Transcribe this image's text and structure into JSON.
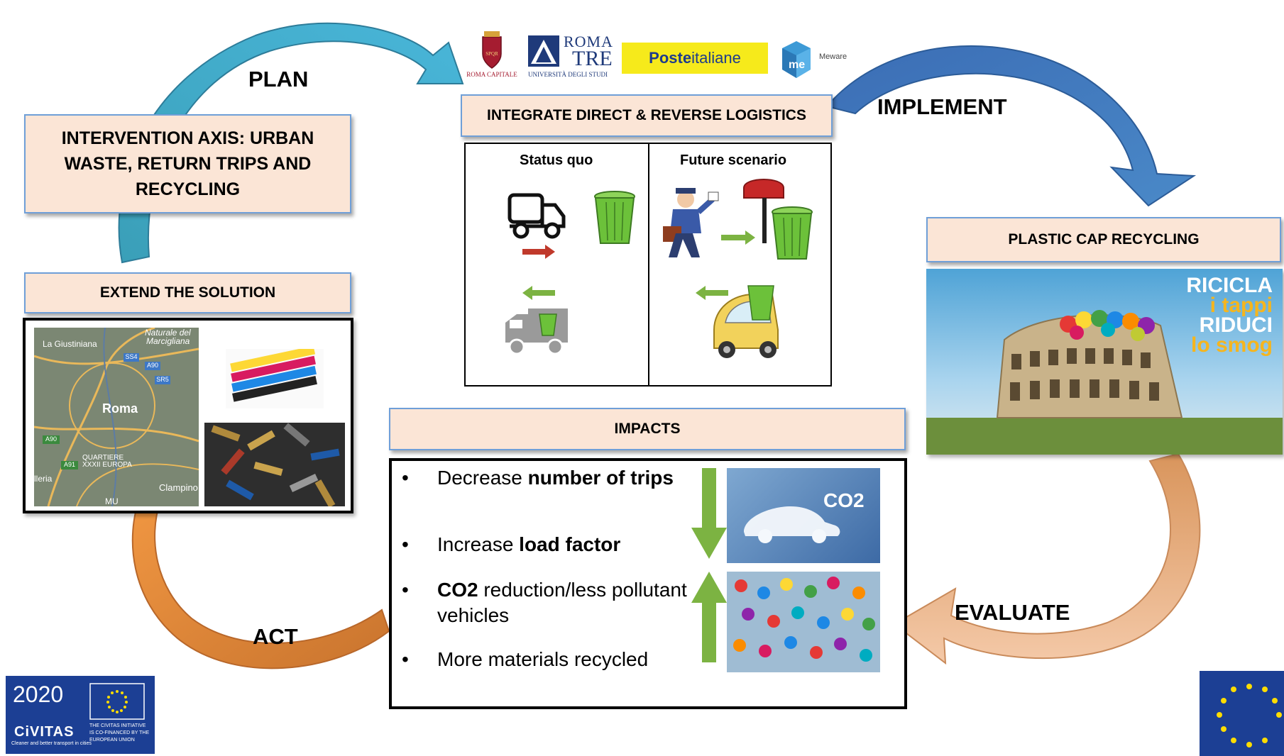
{
  "cycle": {
    "plan": "PLAN",
    "implement": "IMPLEMENT",
    "evaluate": "EVALUATE",
    "act": "ACT"
  },
  "boxes": {
    "intervention": [
      "INTERVENTION AXIS: URBAN",
      "WASTE, RETURN TRIPS AND",
      "RECYCLING"
    ],
    "integrate": "INTEGRATE DIRECT & REVERSE LOGISTICS",
    "extend": "EXTEND THE SOLUTION",
    "plastic": "PLASTIC CAP RECYCLING",
    "impacts": "IMPACTS"
  },
  "logos": {
    "roma_capitale": "ROMA CAPITALE",
    "roma_tre_top": "ROMA",
    "roma_tre_mid": "TRE",
    "roma_tre_sub": "UNIVERSITÀ DEGLI STUDI",
    "poste_bold": "Poste",
    "poste_rest": "italiane",
    "meware": "Meware"
  },
  "scenario": {
    "status_quo": "Status quo",
    "future": "Future scenario"
  },
  "map": {
    "roma": "Roma",
    "la_giustiniana": "La Giustiniana",
    "marcigliana": "Marcigliana",
    "quartiere": "QUARTIERE",
    "xxxii_europa": "XXXII EUROPA",
    "clampino": "Clampino",
    "lleria": "lleria",
    "road_a90": "A90",
    "road_a91": "A91",
    "road_ss4": "SS4",
    "road_sr5": "SR5",
    "road_a90b": "A90",
    "natural_del": "Naturale del",
    "mu": "MU"
  },
  "colosseum": {
    "line1": "RICICLA",
    "line2": "i tappi",
    "line3": "RIDUCI",
    "line4": "lo smog"
  },
  "impacts": [
    {
      "plain": "Decrease ",
      "bold": "number of trips",
      "rest": ""
    },
    {
      "plain": "Increase ",
      "bold": "load factor",
      "rest": ""
    },
    {
      "plain": "",
      "bold": "CO2",
      "rest": " reduction/less pollutant vehicles"
    },
    {
      "plain": "More materials recycled",
      "bold": "",
      "rest": ""
    }
  ],
  "impact_photos": {
    "co2": "CO2"
  },
  "civitas": {
    "year": "2020",
    "name": "CiVITAS",
    "tagline": "Cleaner and better transport in cities",
    "eu_line1": "THE CIVITAS INITIATIVE",
    "eu_line2": "IS CO-FINANCED BY THE",
    "eu_line3": "EUROPEAN UNION"
  },
  "colors": {
    "peach": "#fbe5d6",
    "box_border": "#6f9fd8",
    "arrow_blue": "#3a87b4",
    "arrow_dark_blue": "#2e5f9e",
    "arrow_orange": "#f2a14e",
    "arrow_light_orange": "#e8b48a",
    "green": "#7cb342",
    "eu_blue": "#1c3f94"
  }
}
